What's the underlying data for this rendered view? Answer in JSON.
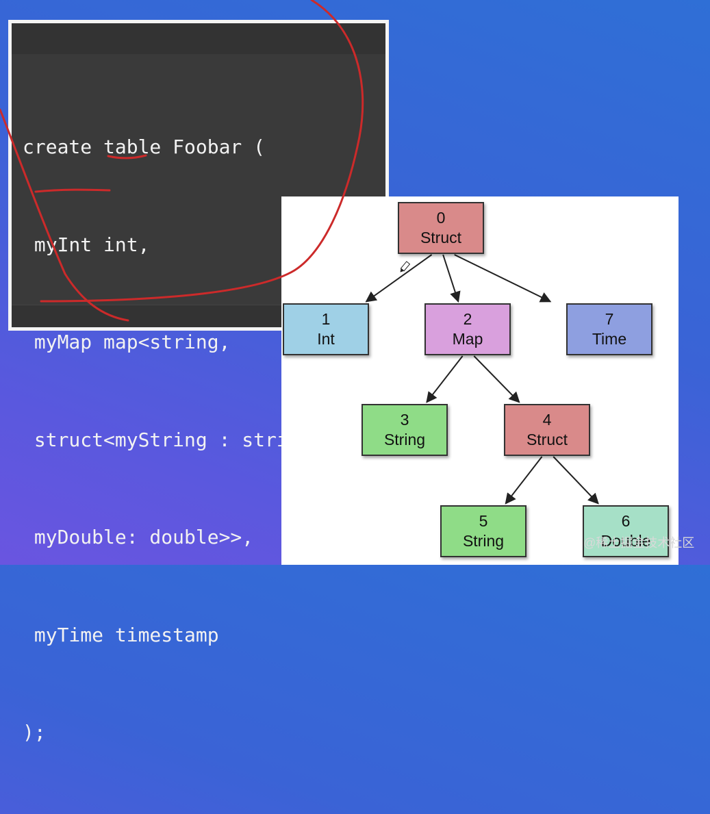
{
  "code": {
    "lines": [
      "create table Foobar (",
      " myInt int,",
      " myMap map<string,",
      " struct<myString : string,",
      " myDouble: double>>,",
      " myTime timestamp",
      ");"
    ]
  },
  "diagram": {
    "nodes": [
      {
        "id": "0",
        "label": "Struct",
        "color": "#d98a8a"
      },
      {
        "id": "1",
        "label": "Int",
        "color": "#9fd0e6"
      },
      {
        "id": "2",
        "label": "Map",
        "color": "#d9a0dd"
      },
      {
        "id": "7",
        "label": "Time",
        "color": "#8e9fe0"
      },
      {
        "id": "3",
        "label": "String",
        "color": "#8fdc87"
      },
      {
        "id": "4",
        "label": "Struct",
        "color": "#d98a8a"
      },
      {
        "id": "5",
        "label": "String",
        "color": "#8fdc87"
      },
      {
        "id": "6",
        "label": "Double",
        "color": "#a6e0c7"
      }
    ],
    "edges": [
      [
        "0",
        "1"
      ],
      [
        "0",
        "2"
      ],
      [
        "0",
        "7"
      ],
      [
        "2",
        "3"
      ],
      [
        "2",
        "4"
      ],
      [
        "4",
        "5"
      ],
      [
        "4",
        "6"
      ]
    ]
  },
  "watermark": "@稀土掘金技术社区",
  "colors": {
    "annotation": "#cc2a2a",
    "code_bg": "#3a3a3a",
    "code_text": "#f2f2f2"
  }
}
